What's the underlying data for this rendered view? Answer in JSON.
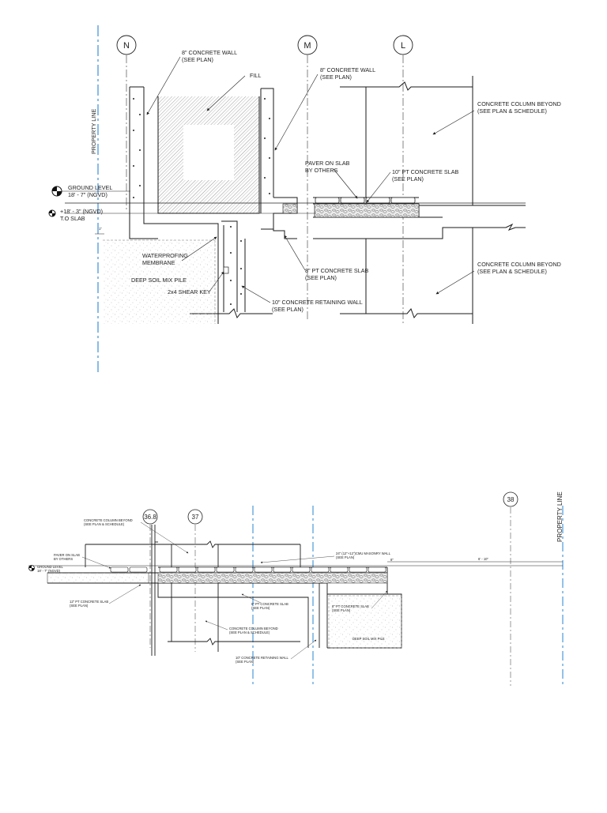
{
  "detail_1": {
    "grid_bubbles": [
      "N",
      "M",
      "L"
    ],
    "property_line": "PROPERTY LINE",
    "notes": {
      "wall_8_n": [
        "8\" CONCRETE WALL",
        "(SEE PLAN)"
      ],
      "fill": "FILL",
      "wall_8_m": [
        "8\" CONCRETE WALL",
        "(SEE PLAN)"
      ],
      "column_top": [
        "CONCRETE COLUMN BEYOND",
        "(SEE PLAN & SCHEDULE)"
      ],
      "paver": [
        "PAVER ON SLAB",
        "BY OTHERS"
      ],
      "slab_10": [
        "10\" PT CONCRETE SLAB",
        "(SEE PLAN)"
      ],
      "column_bottom": [
        "CONCRETE COLUMN BEYOND",
        "(SEE PLAN & SCHEDULE)"
      ],
      "waterproofing": [
        "WATERPROFING",
        "MEMBRANE"
      ],
      "slab_8": [
        "8\" PT CONCRETE SLAB",
        "(SEE PLAN)"
      ],
      "soil_pile": "DEEP SOIL MIX PILE",
      "shear_key": "2x4 SHEAR KEY",
      "retaining": [
        "10\" CONCRETE RETAINING WALL",
        "(SEE PLAN)"
      ]
    },
    "levels": {
      "ground": [
        "GROUND LEVEL",
        "18' - 7\" (NGVD)"
      ],
      "slab": [
        "+18' - 3\" (NGVD)",
        "T.O SLAB"
      ]
    },
    "dims": [
      "1\""
    ]
  },
  "detail_2": {
    "grid_bubbles": [
      "36.8",
      "37",
      "38"
    ],
    "property_line": "PROPERTY LINE",
    "notes": {
      "column_top": [
        "CONCRETE COLUMN BEYOND",
        "(SEE PLAN & SCHEDULE)"
      ],
      "paver": [
        "PAVER ON SLAB",
        "BY OTHERS"
      ],
      "cmu": [
        "24\" (12\"+12\")CMU MASONRY WALL",
        "(SEE PLAN)"
      ],
      "slab_12": [
        "12\" PT CONCRETE SLAB",
        "(SEE PLAN)"
      ],
      "slab_8a": [
        "8\" PT CONCRETE SLAB",
        "(SEE PLAN)"
      ],
      "slab_8b": [
        "8\" PT CONCRETE SLAB",
        "(SEE PLAN)"
      ],
      "column_bottom": [
        "CONCRETE COLUMN BEYOND",
        "(SEE PLAN & SCHEDULE)"
      ],
      "retaining": [
        "10\" CONCRETE RETAINING WALL",
        "(SEE PLAN)"
      ],
      "soil_pile": "DEEP SOIL MIX PILE"
    },
    "levels": {
      "ground": [
        "GROUND LEVEL",
        "18' - 7\" (NGVD)"
      ]
    },
    "dims": [
      "6' - 10\"",
      "8\""
    ]
  },
  "colors": {
    "line": "#1a1a1a",
    "grid_blue": "#3b8fd6",
    "hatch": "#9a9a9a",
    "speckle": "#b5b5b5"
  }
}
